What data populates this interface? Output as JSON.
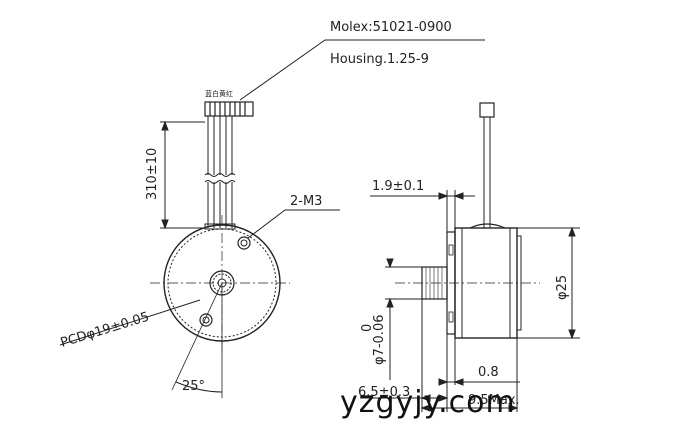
{
  "labels": {
    "connector_part": "Molex:51021-0900",
    "housing": "Housing.1.25-9",
    "wire_colors": "蓝白黄红",
    "lead_length": "310±10",
    "mount_thread": "2-M3",
    "pcd": "PCDφ19±0.05",
    "angle": "25°",
    "flange_thickness": "1.9±0.1",
    "body_diameter": "φ25",
    "shaft_diameter": "φ7-0.06",
    "shaft_tol_upper": "0",
    "dim_small": "0.8",
    "shaft_length": "6.5±0.3",
    "total_length_max": "9.5Max."
  },
  "watermark": "yzgyjy.com",
  "colors": {
    "line": "#222222",
    "text": "#222222"
  }
}
